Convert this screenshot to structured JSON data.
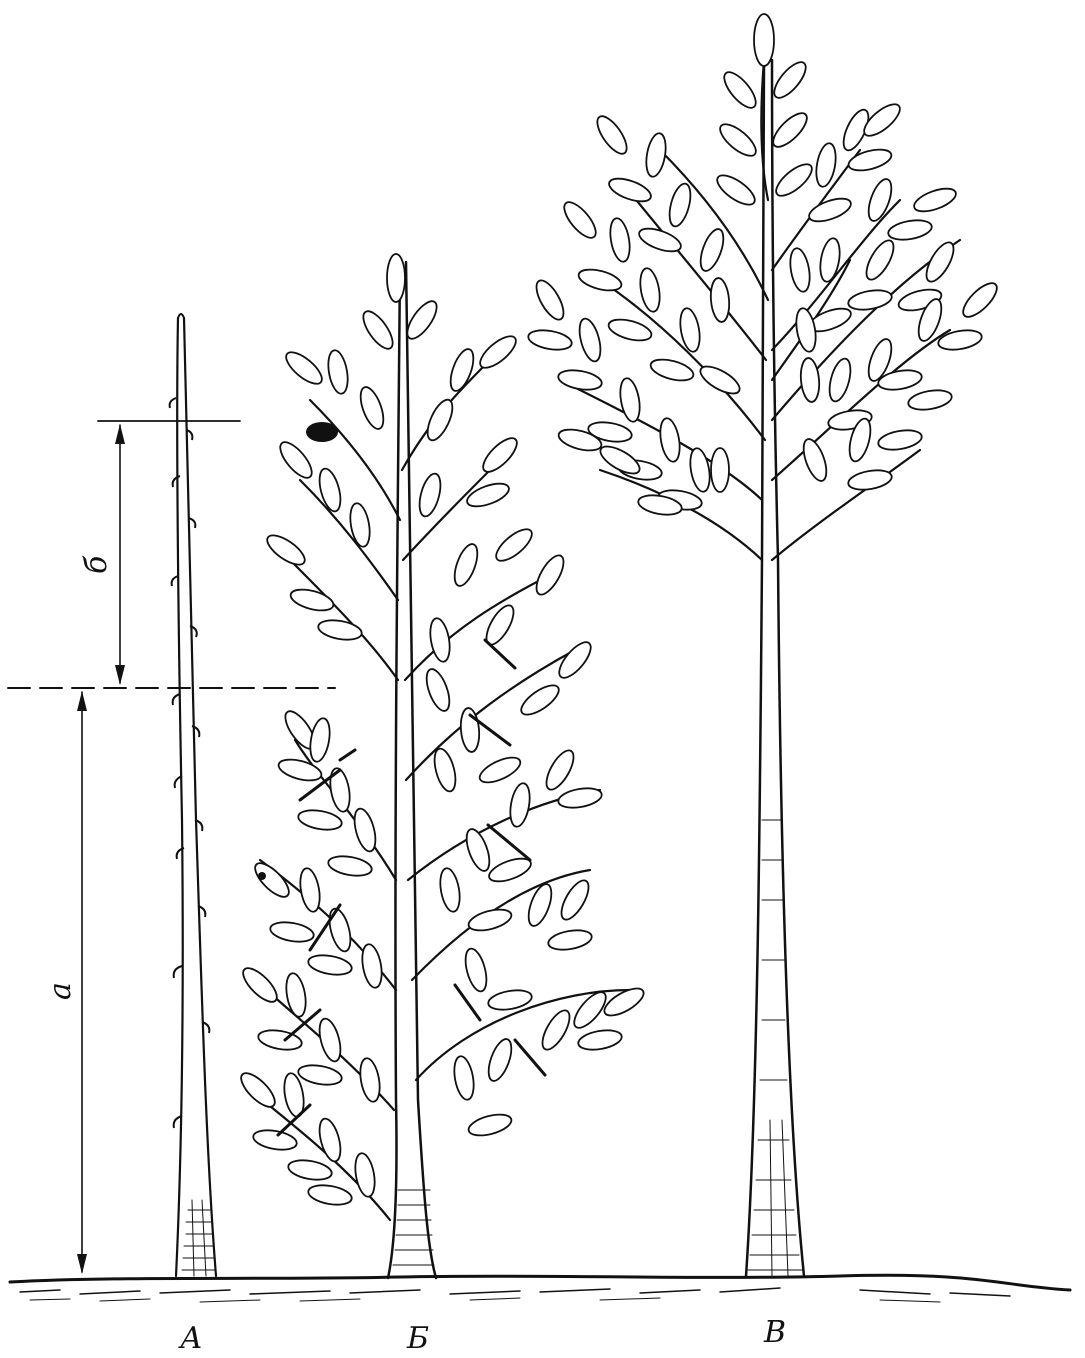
{
  "labels": {
    "tree_a": "А",
    "tree_b": "Б",
    "tree_c": "В",
    "dim_a": "а",
    "dim_b": "б"
  },
  "colors": {
    "ink": "#111111",
    "paper": "#ffffff"
  }
}
